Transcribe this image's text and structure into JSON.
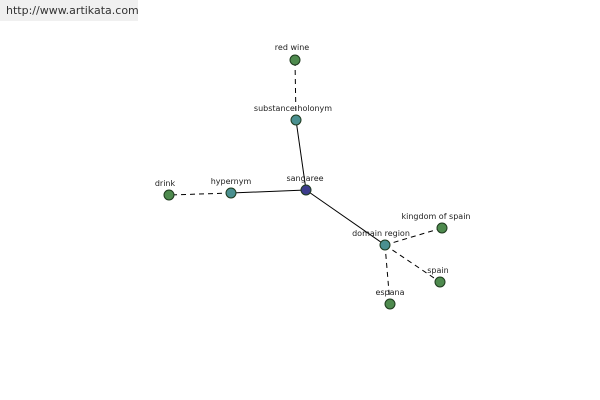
{
  "header": {
    "url": "http://www.artikata.com"
  },
  "colors": {
    "center": "#3c3c8c",
    "relation": "#4a9090",
    "word": "#4e8a4e"
  },
  "graph": {
    "nodes": [
      {
        "id": "sangaree",
        "label": "sangaree",
        "kind": "center"
      },
      {
        "id": "substance_holonym",
        "label": "substance holonym",
        "kind": "relation"
      },
      {
        "id": "hypernym",
        "label": "hypernym",
        "kind": "relation"
      },
      {
        "id": "domain_region",
        "label": "domain region",
        "kind": "relation"
      },
      {
        "id": "red_wine",
        "label": "red wine",
        "kind": "word"
      },
      {
        "id": "drink",
        "label": "drink",
        "kind": "word"
      },
      {
        "id": "kingdom_of_spain",
        "label": "kingdom of spain",
        "kind": "word"
      },
      {
        "id": "spain",
        "label": "spain",
        "kind": "word"
      },
      {
        "id": "espana",
        "label": "espana",
        "kind": "word"
      }
    ],
    "edges": [
      {
        "from": "sangaree",
        "to": "substance_holonym",
        "style": "solid"
      },
      {
        "from": "sangaree",
        "to": "hypernym",
        "style": "solid"
      },
      {
        "from": "sangaree",
        "to": "domain_region",
        "style": "solid"
      },
      {
        "from": "substance_holonym",
        "to": "red_wine",
        "style": "dashed"
      },
      {
        "from": "hypernym",
        "to": "drink",
        "style": "dashed"
      },
      {
        "from": "domain_region",
        "to": "kingdom_of_spain",
        "style": "dashed"
      },
      {
        "from": "domain_region",
        "to": "spain",
        "style": "dashed"
      },
      {
        "from": "domain_region",
        "to": "espana",
        "style": "dashed"
      }
    ]
  }
}
